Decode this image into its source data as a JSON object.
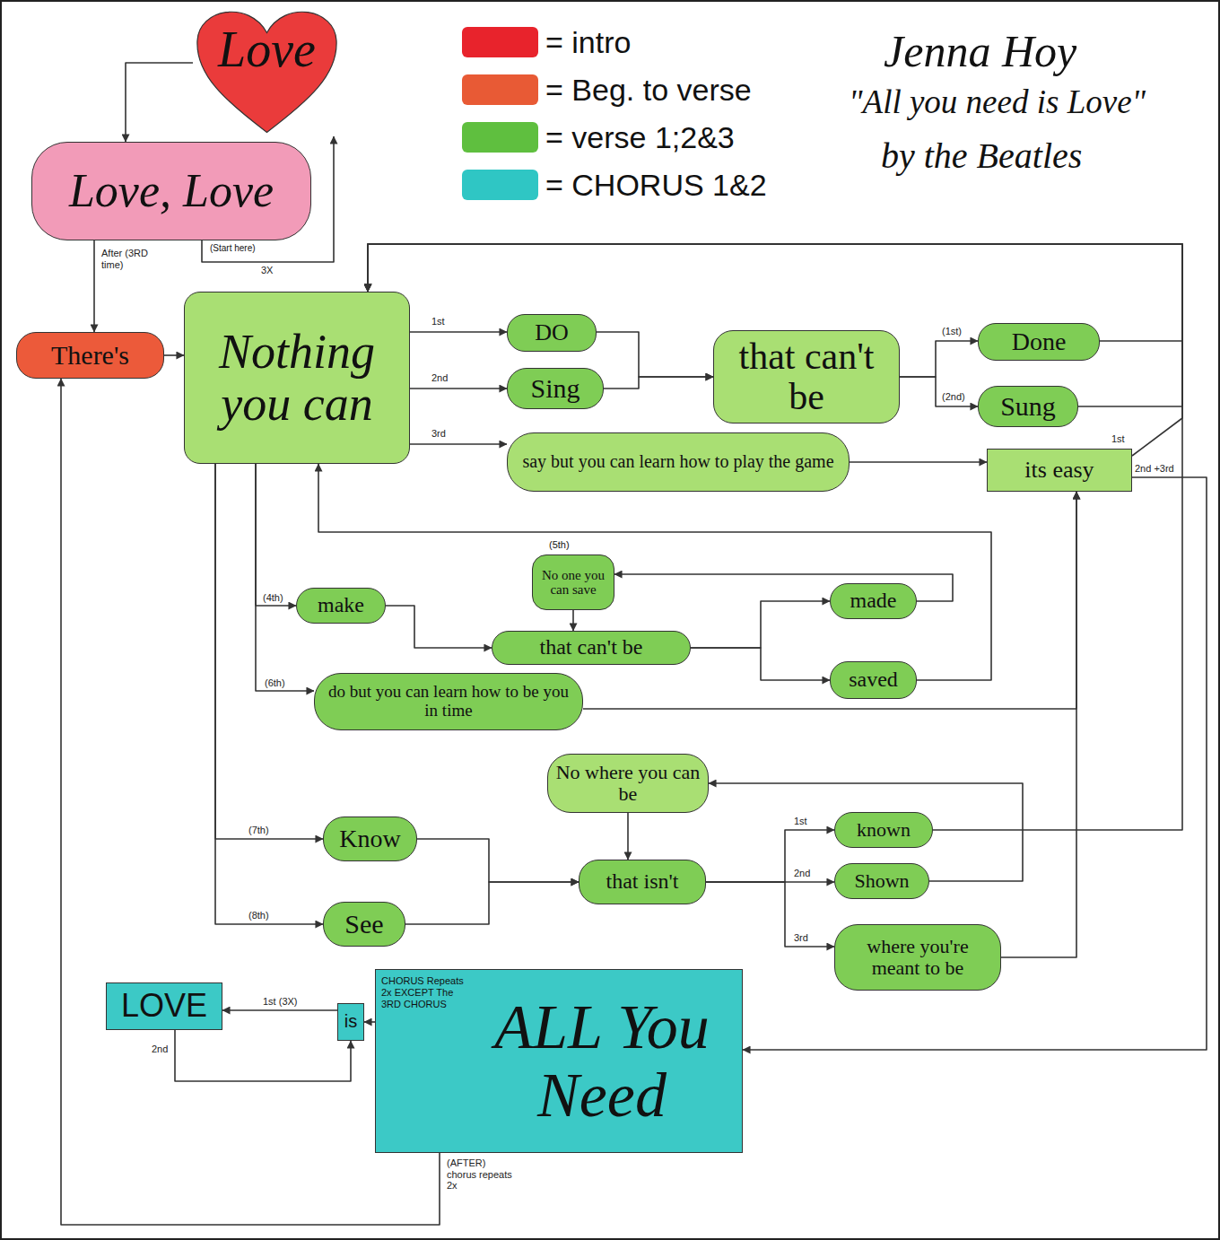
{
  "diagram": {
    "title": "\"All you need is Love\"",
    "nodes": [
      {
        "text": [
          "Love"
        ]
      },
      {
        "text": [
          "Love, Love"
        ]
      },
      {
        "text": [
          "There's"
        ]
      },
      {
        "text": [
          "Nothing you can"
        ]
      },
      {
        "text": [
          "DO"
        ]
      },
      {
        "text": [
          "Sing"
        ]
      },
      {
        "text": [
          "that can't be"
        ]
      },
      {
        "text": [
          "Done"
        ]
      },
      {
        "text": [
          "Sung"
        ]
      },
      {
        "text": [
          "say but you can learn how to play the game"
        ]
      },
      {
        "text": [
          "its easy"
        ]
      },
      {
        "text": [
          "make"
        ]
      },
      {
        "text": [
          "No one you can save"
        ]
      },
      {
        "text": [
          "that can't be"
        ]
      },
      {
        "text": [
          "made"
        ]
      },
      {
        "text": [
          "saved"
        ]
      },
      {
        "text": [
          "do but you can learn how to be you in time"
        ]
      },
      {
        "text": [
          "No where you can be"
        ]
      },
      {
        "text": [
          "Know"
        ]
      },
      {
        "text": [
          "that isn't"
        ]
      },
      {
        "text": [
          "known"
        ]
      },
      {
        "text": [
          "Shown"
        ]
      },
      {
        "text": [
          "where you're meant to be"
        ]
      },
      {
        "text": [
          "See"
        ]
      },
      {
        "text": [
          "LOVE"
        ]
      },
      {
        "text": [
          "is"
        ]
      },
      {
        "text": [
          "CHORUS Repeats 2x EXCEPT The 3RD CHORUS",
          "ALL You Need"
        ]
      }
    ],
    "edges": [
      {
        "from": 0,
        "to": 1,
        "arrow": "to"
      },
      {
        "from": 1,
        "to": 0,
        "label": "3X",
        "arrow": "to"
      },
      {
        "from": 1,
        "to": 2,
        "label": "After (3RD time)",
        "arrow": "to"
      },
      {
        "from": 2,
        "to": 3,
        "arrow": "to"
      },
      {
        "from": 3,
        "to": 4,
        "label": "1st",
        "arrow": "to"
      },
      {
        "from": 3,
        "to": 5,
        "label": "2nd",
        "arrow": "to"
      },
      {
        "from": 3,
        "to": 9,
        "label": "3rd",
        "arrow": "to"
      },
      {
        "from": 4,
        "to": 6,
        "arrow": "to"
      },
      {
        "from": 5,
        "to": 6,
        "arrow": "to"
      },
      {
        "from": 6,
        "to": 7,
        "label": "(1st)",
        "arrow": "to"
      },
      {
        "from": 6,
        "to": 8,
        "label": "(2nd)",
        "arrow": "to"
      },
      {
        "from": 7,
        "to": 3,
        "arrow": "to"
      },
      {
        "from": 8,
        "to": 3,
        "arrow": "to"
      },
      {
        "from": 9,
        "to": 10,
        "arrow": "to"
      },
      {
        "from": 10,
        "to": 3,
        "label": "1st",
        "arrow": "to"
      },
      {
        "from": 10,
        "to": 26,
        "label": "2nd +3rd",
        "arrow": "to"
      },
      {
        "from": 3,
        "to": 11,
        "label": "(4th)",
        "arrow": "to"
      },
      {
        "from": 3,
        "to": 16,
        "label": "(6th)",
        "arrow": "to"
      },
      {
        "from": 3,
        "to": 18,
        "label": "(7th)",
        "arrow": "to"
      },
      {
        "from": 3,
        "to": 23,
        "label": "(8th)",
        "arrow": "to"
      },
      {
        "from": 11,
        "to": 13,
        "arrow": "to"
      },
      {
        "from": 12,
        "to": 13,
        "arrow": "to"
      },
      {
        "from": 13,
        "to": 14,
        "arrow": "to"
      },
      {
        "from": 13,
        "to": 15,
        "arrow": "to"
      },
      {
        "from": 14,
        "to": 12,
        "arrow": "to"
      },
      {
        "from": 15,
        "to": 3,
        "arrow": "to"
      },
      {
        "from": 16,
        "to": 10,
        "arrow": "to"
      },
      {
        "from": 17,
        "to": 19,
        "arrow": "to"
      },
      {
        "from": 18,
        "to": 19,
        "arrow": "to"
      },
      {
        "from": 23,
        "to": 19,
        "arrow": "to"
      },
      {
        "from": 19,
        "to": 20,
        "label": "1st",
        "arrow": "to"
      },
      {
        "from": 19,
        "to": 21,
        "label": "2nd",
        "arrow": "to"
      },
      {
        "from": 19,
        "to": 22,
        "label": "3rd",
        "arrow": "to"
      },
      {
        "from": 20,
        "to": 3,
        "arrow": "to"
      },
      {
        "from": 21,
        "to": 17,
        "arrow": "to"
      },
      {
        "from": 22,
        "to": 10,
        "arrow": "to"
      },
      {
        "from": 26,
        "to": 25,
        "arrow": "to"
      },
      {
        "from": 25,
        "to": 24,
        "label": "1st (3X)",
        "arrow": "to"
      },
      {
        "from": 24,
        "to": 25,
        "label": "2nd",
        "arrow": "to"
      },
      {
        "from": 26,
        "to": 2,
        "label": "(AFTER) chorus repeats 2x",
        "arrow": "to"
      }
    ],
    "labels": [
      "Jenna Hoy",
      "by the Beatles",
      "(Start here)",
      "(5th)"
    ],
    "legend": [
      {
        "text": "= intro",
        "color": "#e8232c"
      },
      {
        "text": "= Beg. to verse",
        "color": "#e85a35"
      },
      {
        "text": "= verse 1;2&3",
        "color": "#5fbf3f"
      },
      {
        "text": "= CHORUS 1&2",
        "color": "#2fc6c4"
      }
    ]
  }
}
